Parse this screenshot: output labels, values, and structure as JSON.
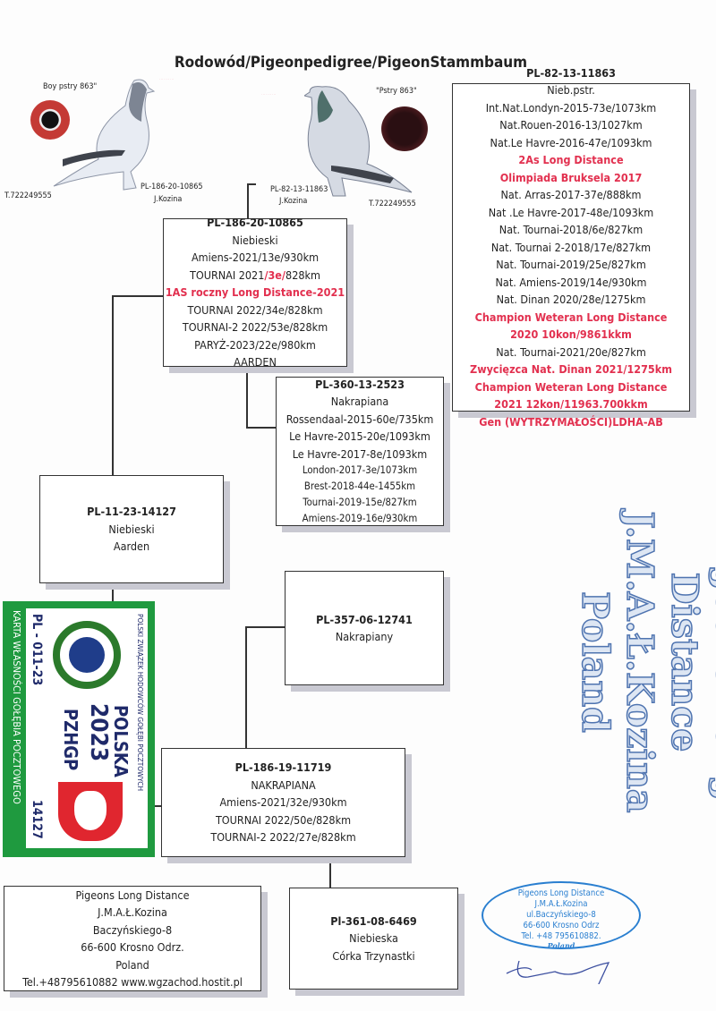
{
  "title": "Rodowód/Pigeonpedigree/PigeonStammbaum",
  "photos": {
    "left": {
      "name": "Boy pstry 863\"",
      "ring": "PL-186-20-10865",
      "owner": "J.Kozina",
      "phone": "T.722249555"
    },
    "right": {
      "name": "\"Pstry 863\"",
      "ring": "PL-82-13-11863",
      "owner": "J.Kozina",
      "phone": "T.722249555"
    }
  },
  "boxes": {
    "sire": {
      "lines": [
        {
          "t": "PL-186-20-10865",
          "s": "b"
        },
        {
          "t": "Niebieski"
        },
        {
          "t": "Amiens-2021/13e/930km"
        },
        {
          "t": "TOURNAI 2021/3e/828km"
        },
        {
          "t": "1AS roczny Long Distance-2021",
          "s": "red"
        },
        {
          "t": "TOURNAI 2022/34e/828km"
        },
        {
          "t": "TOURNAI-2 2022/53e/828km"
        },
        {
          "t": "PARYŻ-2023/22e/980km"
        },
        {
          "t": "AARDEN"
        }
      ]
    },
    "grandsire": {
      "lines": [
        {
          "t": "PL-82-13-11863",
          "s": "b"
        },
        {
          "t": "Nieb.pstr."
        },
        {
          "t": "Int.Nat.Londyn-2015-73e/1073km"
        },
        {
          "t": "Nat.Rouen-2016-13/1027km"
        },
        {
          "t": "Nat.Le Havre-2016-47e/1093km"
        },
        {
          "t": "2As  Long Distance",
          "s": "red"
        },
        {
          "t": "Olimpiada Bruksela 2017",
          "s": "red"
        },
        {
          "t": "Nat. Arras-2017-37e/888km"
        },
        {
          "t": "Nat .Le Havre-2017-48e/1093km"
        },
        {
          "t": "Nat. Tournai-2018/6e/827km"
        },
        {
          "t": "Nat. Tournai 2-2018/17e/827km"
        },
        {
          "t": "Nat. Tournai-2019/25e/827km"
        },
        {
          "t": "Nat. Amiens-2019/14e/930km"
        },
        {
          "t": "Nat. Dinan 2020/28e/1275km"
        },
        {
          "t": "Champion Weteran Long Distance",
          "s": "red"
        },
        {
          "t": "2020 10kon/9861kkm",
          "s": "red"
        },
        {
          "t": "Nat. Tournai-2021/20e/827km"
        },
        {
          "t": "Zwycięzca Nat. Dinan 2021/1275km",
          "s": "red"
        },
        {
          "t": "Champion Weteran Long Distance",
          "s": "red"
        },
        {
          "t": "2021 12kon/11963.700kkm",
          "s": "red"
        },
        {
          "t": "Gen (WYTRZYMAŁOŚCI)LDHA-AB",
          "s": "red"
        }
      ]
    },
    "granddam": {
      "lines": [
        {
          "t": "PL-360-13-2523",
          "s": "b"
        },
        {
          "t": "Nakrapiana"
        },
        {
          "t": "Rossendaal-2015-60e/735km"
        },
        {
          "t": "Le Havre-2015-20e/1093km"
        },
        {
          "t": "Le Havre-2017-8e/1093km"
        },
        {
          "t": "London-2017-3e/1073km",
          "s": "sm"
        },
        {
          "t": "Brest-2018-44e-1455km",
          "s": "sm"
        },
        {
          "t": "Tournai-2019-15e/827km",
          "s": "sm"
        },
        {
          "t": "Amiens-2019-16e/930km",
          "s": "sm"
        }
      ]
    },
    "subject": {
      "lines": [
        {
          "t": "PL-11-23-14127",
          "s": "b"
        },
        {
          "t": "Niebieski"
        },
        {
          "t": "Aarden"
        }
      ]
    },
    "dam_sire": {
      "lines": [
        {
          "t": "PL-357-06-12741",
          "s": "b"
        },
        {
          "t": "Nakrapiany"
        }
      ]
    },
    "dam": {
      "lines": [
        {
          "t": "PL-186-19-11719",
          "s": "b"
        },
        {
          "t": "NAKRAPIANA"
        },
        {
          "t": "Amiens-2021/32e/930km"
        },
        {
          "t": "TOURNAI 2022/50e/828km"
        },
        {
          "t": "TOURNAI-2 2022/27e/828km"
        }
      ]
    },
    "address": {
      "lines": [
        {
          "t": "Pigeons Long Distance"
        },
        {
          "t": "J.M.A.Ł.Kozina"
        },
        {
          "t": "Baczyńskiego-8"
        },
        {
          "t": "66-600 Krosno Odrz."
        },
        {
          "t": "Poland"
        },
        {
          "t": "Tel.+48795610882 www.wgzachod.hostit.pl"
        }
      ]
    },
    "dam_dam": {
      "lines": [
        {
          "t": "Pl-361-08-6469",
          "s": "b"
        },
        {
          "t": "Niebieska"
        },
        {
          "t": "Córka Trzynastki"
        }
      ]
    }
  },
  "watermark": [
    "Pigeons Long Distance",
    "J.M.A.Ł.Kozina",
    "Poland"
  ],
  "card": {
    "org": "POLSKI ZWIĄZEK HODOWCÓW GOŁĘBI POCZTOWYCH",
    "title": "KARTA WŁASNOŚCI GOŁĘBIA POCZTOWEGO",
    "ring": "PL - 011-23",
    "country": "POLSKA",
    "year": "2023",
    "abbr": "PZHGP",
    "number": "14127",
    "logo": "PZHGP"
  },
  "stamp": [
    "Pigeons Long  Distance",
    "J.M.A.Ł.Kozina",
    "ul.Baczyńskiego-8",
    "66-600 Krosno Odrz",
    "Tel. +48 795610882.",
    "Poland"
  ],
  "colors": {
    "red": "#e2304f",
    "green": "#1f9a3f",
    "blue": "#4f74b0"
  }
}
